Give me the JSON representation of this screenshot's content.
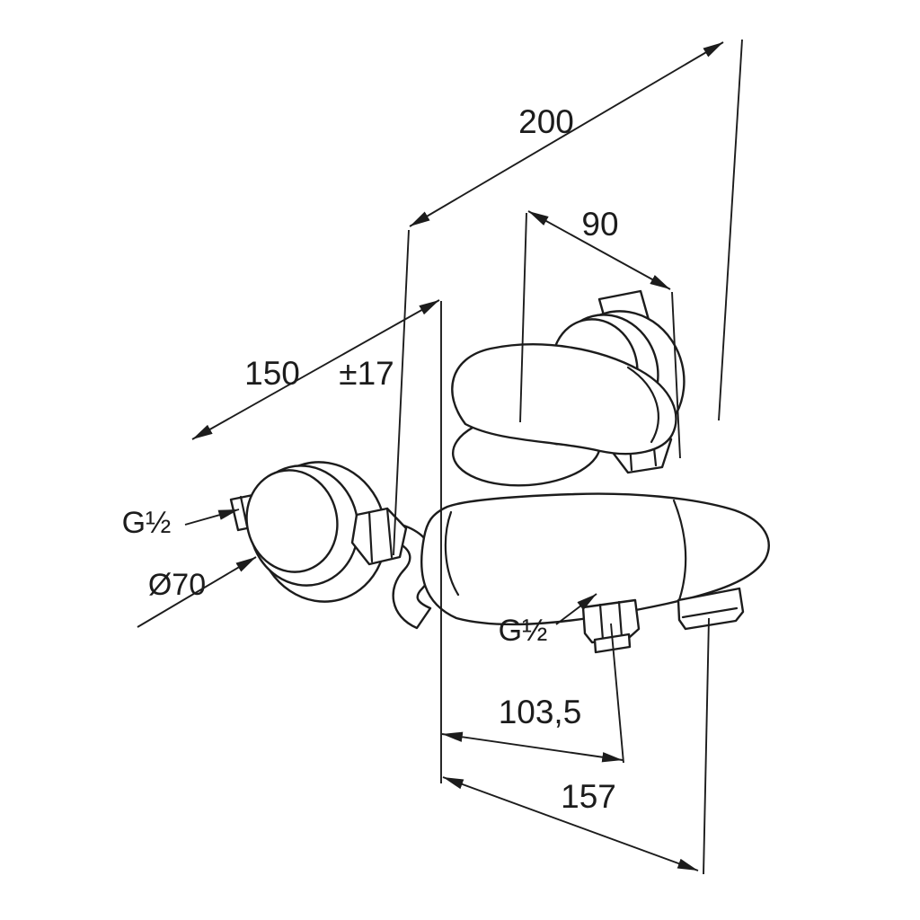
{
  "colors": {
    "background": "#ffffff",
    "ink": "#1c1c1c"
  },
  "dimensions": {
    "overall_width": {
      "value": "200"
    },
    "handle_projection": {
      "value": "90"
    },
    "wall_to_handle": {
      "value": "150",
      "tolerance": "±17"
    },
    "wall_to_outlet": {
      "value": "103,5"
    },
    "wall_to_spout_tip": {
      "value": "157"
    }
  },
  "annotations": {
    "wall_connection_thread": {
      "value": "G½"
    },
    "escutcheon_diameter": {
      "value": "Ø70"
    },
    "shower_outlet_thread": {
      "value": "G½"
    }
  }
}
